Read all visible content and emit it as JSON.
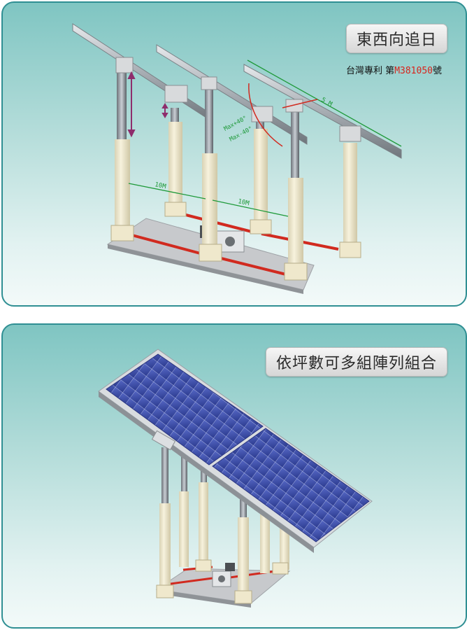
{
  "panel1": {
    "title": "東西向追日",
    "patent_prefix": "台灣專利 第",
    "patent_number": "M381050",
    "patent_suffix": "號",
    "dim_5m": "5 M",
    "dim_10m_a": "10M",
    "dim_10m_b": "10M",
    "angle_plus": "Max+40°",
    "angle_minus": "Max-40°"
  },
  "panel2": {
    "title": "依坪數可多組陣列組合"
  },
  "colors": {
    "frame": "#2f8f93",
    "column": "#efe8cc",
    "rod": "#d12a1f",
    "dimension": "#1f9a3a",
    "panel_blue": "#3a4ea6"
  }
}
